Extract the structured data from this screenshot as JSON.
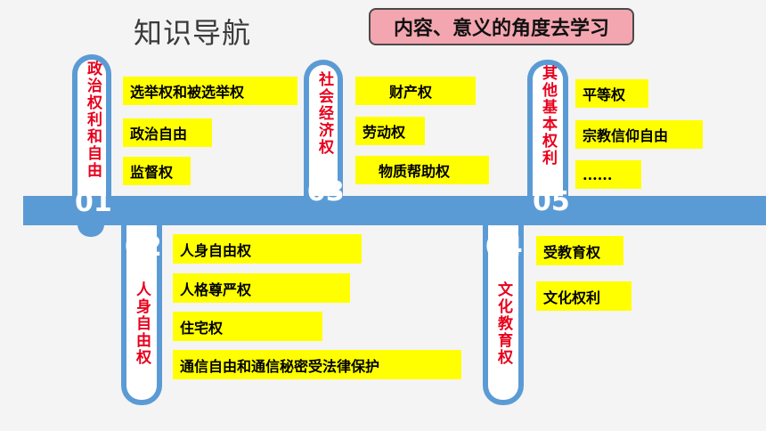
{
  "header": {
    "title": "知识导航",
    "subtitle": "内容、意义的角度去学习"
  },
  "colors": {
    "band": "#5b9bd5",
    "vertical_text": "#e8001c",
    "tag_background": "#ffff00",
    "subtitle_background": "#f4a6b0"
  },
  "sections": [
    {
      "number": "01",
      "title": "政治权利和自由",
      "items": [
        "选举权和被选举权",
        "政治自由",
        "监督权"
      ]
    },
    {
      "number": "02",
      "title": "人身自由权",
      "items": [
        "人身自由权",
        "人格尊严权",
        "住宅权",
        "通信自由和通信秘密受法律保护"
      ]
    },
    {
      "number": "03",
      "title": "社会经济权",
      "items": [
        "财产权",
        "劳动权",
        "物质帮助权"
      ]
    },
    {
      "number": "04",
      "title": "文化教育权",
      "items": [
        "受教育权",
        "文化权利"
      ]
    },
    {
      "number": "05",
      "title": "其他基本权利",
      "items": [
        "平等权",
        "宗教信仰自由",
        "......"
      ]
    }
  ]
}
